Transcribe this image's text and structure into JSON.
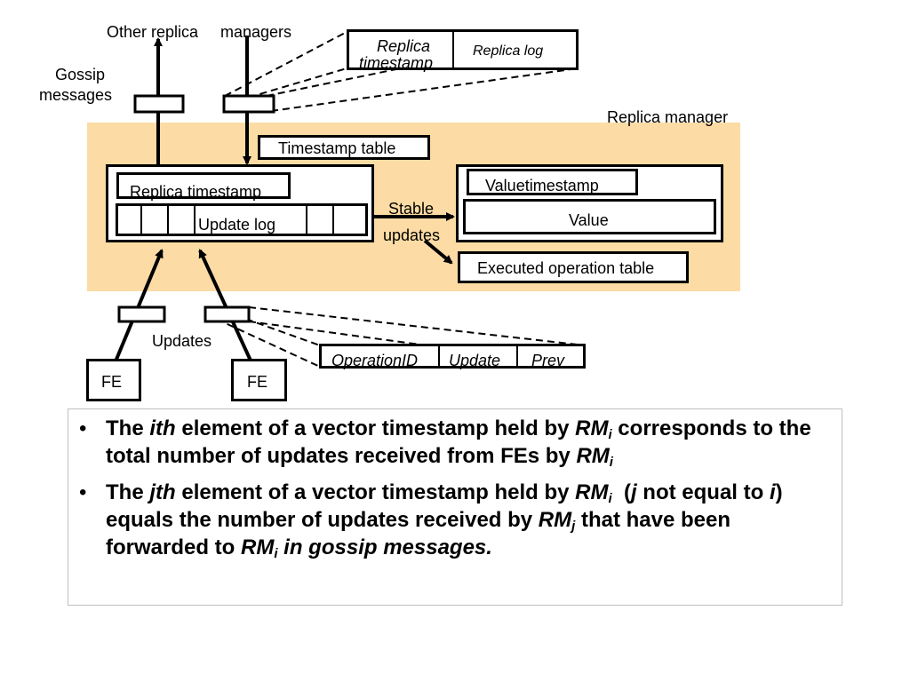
{
  "diagram": {
    "labels": {
      "other_replica": "Other replica",
      "managers": "managers",
      "gossip": "Gossip",
      "messages": "messages",
      "replica_manager": "Replica manager",
      "timestamp_table": "Timestamp table",
      "replica_timestamp_inner": "Replica timestamp",
      "update_log": "Update log",
      "stable": "Stable",
      "updates_stable": "updates",
      "value_timestamp": "Valuetimestamp",
      "value": "Value",
      "executed_operation_table": "Executed operation table",
      "updates": "Updates",
      "fe_left": "FE",
      "fe_right": "FE"
    },
    "gossip_record": {
      "replica": "Replica",
      "timestamp": "timestamp",
      "replica_log": "Replica log"
    },
    "update_record": {
      "operation_id": "OperationID",
      "update": "Update",
      "prev": "Prev"
    },
    "colors": {
      "replica_manager_bg": "#fcdca4",
      "stroke": "#000000"
    }
  },
  "notes": {
    "bullet1": {
      "p1": "The ",
      "ith": "ith",
      "p2": " element of a vector timestamp held by ",
      "rm": "RM",
      "sub": "i",
      "p3": " corresponds to the total number of updates received from FEs by ",
      "rm2": "RM",
      "sub2": "i"
    },
    "bullet2": {
      "p1": "The ",
      "jth": "jth",
      "p2": " element of a vector timestamp held by ",
      "rm": "RM",
      "sub": "i",
      "p3": "  (",
      "j": "j",
      "p4": " not equal to ",
      "i": "i",
      "p5": ") equals the number of updates received by ",
      "rm2": "RM",
      "sub2": "j",
      "p6": " that have been forwarded to ",
      "rm3": "RM",
      "sub3": "i",
      "p7": " in gossip messages."
    }
  }
}
